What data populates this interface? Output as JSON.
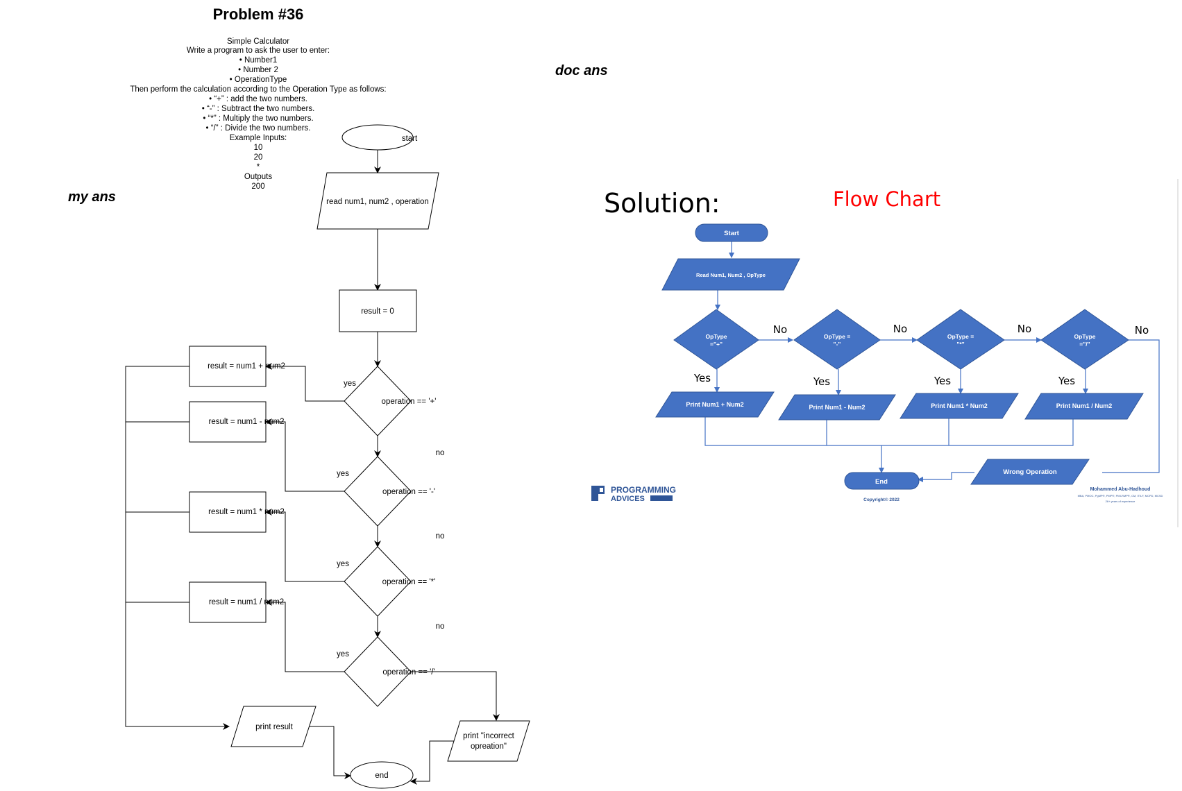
{
  "problem": {
    "title": "Problem #36",
    "lines": [
      "Simple Calculator",
      "Write a program to ask the user to enter:",
      "• Number1",
      "• Number 2",
      "• OperationType",
      "Then perform the calculation according to the Operation Type as follows:",
      "• “+” : add the two numbers.",
      "• “-” : Subtract the two numbers.",
      "• “*” : Multiply the two numbers.",
      "• “/” : Divide the two numbers.",
      "Example Inputs:",
      "10",
      "20",
      "*",
      "Outputs",
      "200"
    ]
  },
  "labels": {
    "my_ans": "my ans",
    "doc_ans": "doc ans"
  },
  "my_flow": {
    "start": "start",
    "read": "read num1, num2 , operation",
    "init": "result = 0",
    "d_add": "operation == '+'",
    "d_sub": "operation == '-'",
    "d_mul": "operation == '*'",
    "d_div": "operation == '/'",
    "p_add": "result = num1 + num2",
    "p_sub": "result = num1 - num2",
    "p_mul": "result = num1 * num2",
    "p_div": "result = num1 / num2",
    "yes": "yes",
    "no": "no",
    "print_result": "print result",
    "print_err_1": "print \"incorrect",
    "print_err_2": "opreation\"",
    "end": "end"
  },
  "doc_flow": {
    "solution": "Solution:",
    "flow_chart": "Flow Chart",
    "start": "Start",
    "read": "Read Num1, Num2 , OpType",
    "d1_a": "OpType",
    "d1_b": "=\"+\"",
    "d2_a": "OpType =",
    "d2_b": "\"-\"",
    "d3_a": "OpType =",
    "d3_b": "\"*\"",
    "d4_a": "OpType",
    "d4_b": "=\"/\"",
    "yes": "Yes",
    "no": "No",
    "p1": "Print Num1 + Num2",
    "p2": "Print Num1 - Num2",
    "p3": "Print Num1 * Num2",
    "p4": "Print Num1 / Num2",
    "wrong": "Wrong Operation",
    "end": "End",
    "copyright": "Copyright© 2022",
    "brand_1": "PROGRAMMING",
    "brand_2": "ADVICES",
    "author": "Mohammed Abu-Hadhoud",
    "author_creds": "MBA, PMOC, PgMP®, PMP®, PMI-RMP®, CM, ITILF, MCPD, MCSD",
    "author_exp": "26+ years of experience",
    "accent": "#4472c4",
    "dark": "#2f5597"
  }
}
